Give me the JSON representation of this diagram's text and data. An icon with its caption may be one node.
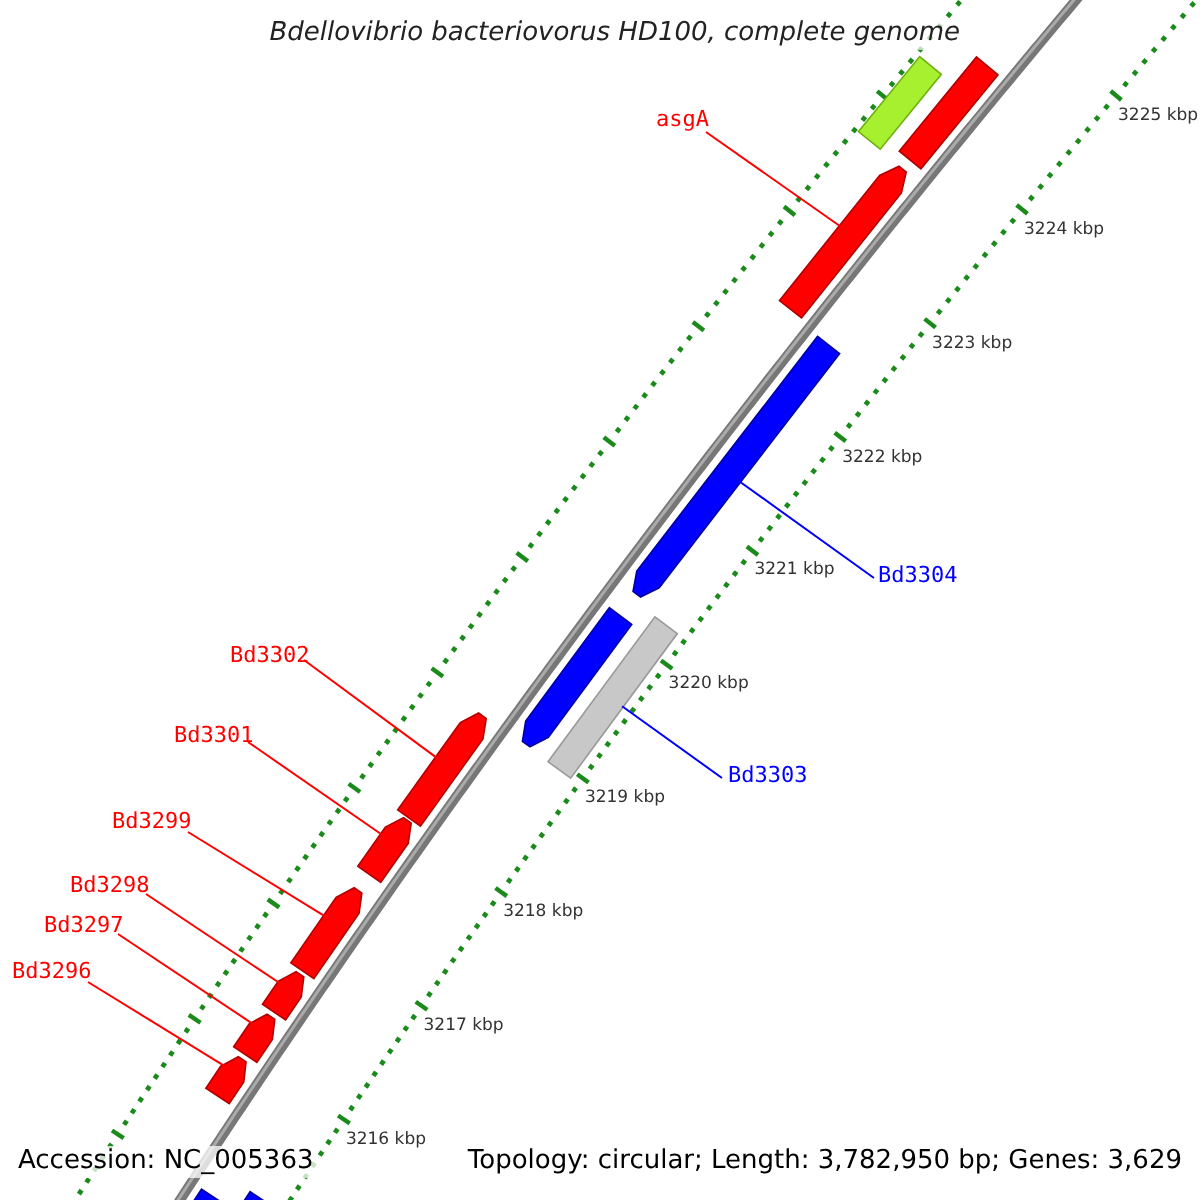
{
  "diagram": {
    "title": "Bdellovibrio bacteriovorus HD100, complete genome",
    "nodes": [
      {
        "text": [
          "asgA"
        ]
      },
      {
        "text": [
          "Bd3304"
        ]
      },
      {
        "text": [
          "Bd3302"
        ]
      },
      {
        "text": [
          "Bd3301"
        ]
      },
      {
        "text": [
          "Bd3303"
        ]
      },
      {
        "text": [
          "Bd3299"
        ]
      },
      {
        "text": [
          "Bd3298"
        ]
      },
      {
        "text": [
          "Bd3297"
        ]
      },
      {
        "text": [
          "Bd3296"
        ]
      },
      {
        "text": [],
        "shape": "arrow"
      },
      {
        "text": [],
        "shape": "arrow"
      },
      {
        "text": [],
        "shape": "arrow"
      },
      {
        "text": [],
        "shape": "arrow"
      },
      {
        "text": [],
        "shape": "bar"
      },
      {
        "text": [],
        "shape": "arrow"
      },
      {
        "text": [],
        "shape": "arrow"
      },
      {
        "text": [],
        "shape": "arrow"
      },
      {
        "text": [],
        "shape": "arrow"
      },
      {
        "text": [],
        "shape": "arrow"
      },
      {
        "text": [],
        "shape": "arrow"
      },
      {
        "text": [],
        "shape": "arrow"
      },
      {
        "text": [],
        "shape": "arrow"
      },
      {
        "text": [],
        "shape": "arrow"
      }
    ],
    "edges": [
      {
        "from": 0,
        "to": 9,
        "arrow": "none"
      },
      {
        "from": 1,
        "to": 10,
        "arrow": "none",
        "color": "#0000ff"
      },
      {
        "from": 2,
        "to": 11,
        "arrow": "none"
      },
      {
        "from": 3,
        "to": 12,
        "arrow": "none"
      },
      {
        "from": 4,
        "to": 13,
        "arrow": "none",
        "color": "#0000ff"
      },
      {
        "from": 5,
        "to": 14,
        "arrow": "none"
      },
      {
        "from": 6,
        "to": 15,
        "arrow": "none"
      },
      {
        "from": 7,
        "to": 16,
        "arrow": "none"
      },
      {
        "from": 8,
        "to": 17,
        "arrow": "none"
      }
    ],
    "labels": [
      "3225 kbp",
      "3224 kbp",
      "3223 kbp",
      "3222 kbp",
      "3221 kbp",
      "3220 kbp",
      "3219 kbp",
      "3218 kbp",
      "3217 kbp",
      "3216 kbp",
      "Accession: NC_005363",
      "Topology: circular; Length: 3,782,950 bp; Genes: 3,629"
    ]
  }
}
